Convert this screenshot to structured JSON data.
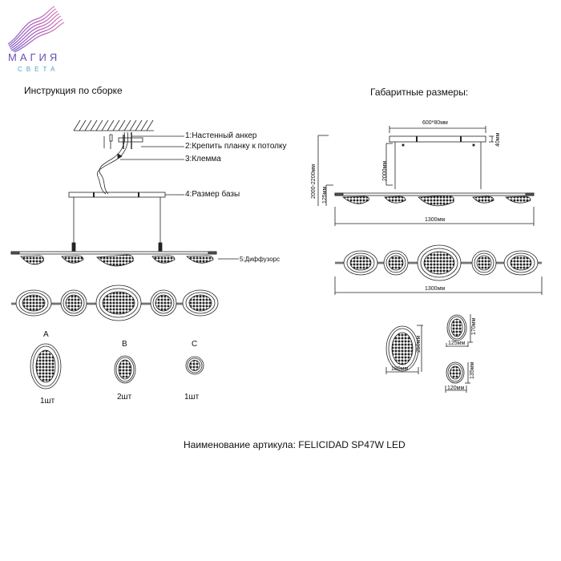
{
  "logo": {
    "title": "МАГИЯ",
    "subtitle": "СВЕТА",
    "colors": {
      "primary": "#6a4fb3",
      "accent": "#c64fa8",
      "secondary": "#4aa2c9"
    }
  },
  "assembly": {
    "title": "Инструкция по сборке",
    "callouts": [
      "1:Настенный анкер",
      "2:Крепить планку к потолку",
      "3:Клемма",
      "4:Размер базы",
      "5:Диффузорс"
    ],
    "parts": [
      {
        "letter": "A",
        "quantity": "1шт"
      },
      {
        "letter": "B",
        "quantity": "2шт"
      },
      {
        "letter": "C",
        "quantity": "1шт"
      }
    ]
  },
  "dimensions": {
    "title": "Габаритные размеры:",
    "base_size": "600*80мм",
    "base_height": "40мм",
    "cable_length": "2000мм",
    "total_height": "2000-2200мм",
    "body_height": "125мм",
    "total_width_side": "1300мм",
    "total_width_top": "1300мм",
    "diffuser_a": {
      "width": "180мм",
      "height": "250мм"
    },
    "diffuser_b": {
      "width": "125мм",
      "height": "170мм"
    },
    "diffuser_c": {
      "width": "120мм",
      "height": "135мм"
    }
  },
  "article": {
    "label": "Наименование артикула: FELICIDAD SP47W LED"
  }
}
